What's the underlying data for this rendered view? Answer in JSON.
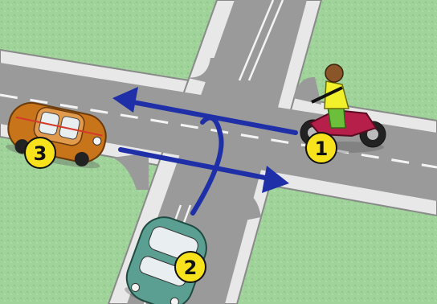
{
  "markers": {
    "motorcycle": "1",
    "green_car": "2",
    "orange_car": "3"
  },
  "colors": {
    "grass": "#9fd39a",
    "curb": "#8a8a8a",
    "sidewalk": "#e8e8e8",
    "road": "#9a9a9a",
    "lane_line": "#f4f4f4",
    "arrow": "#1f2fa8",
    "marker_fill": "#f7e21b",
    "orange_car": "#c8741a",
    "green_car": "#5a9f92",
    "motorcycle": "#b51f4a",
    "rider_jacket": "#f1f02a"
  },
  "icons": {
    "motorcycle": "motorcycle-icon",
    "green_car": "car-icon",
    "orange_car": "car-icon"
  }
}
